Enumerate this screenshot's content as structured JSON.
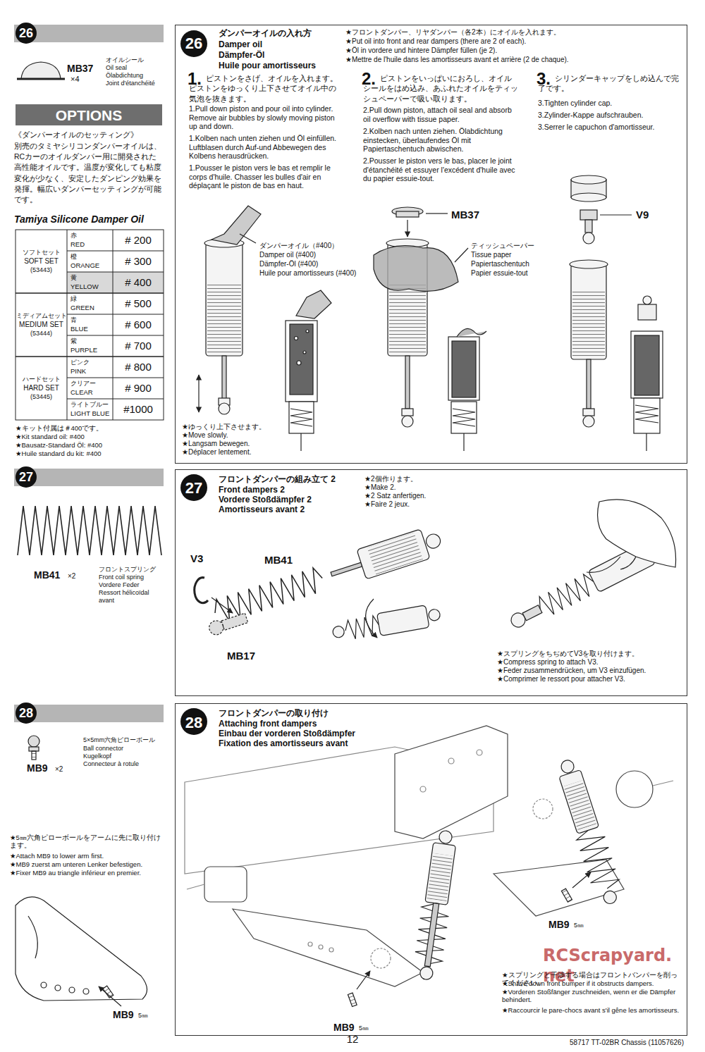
{
  "diagram": {
    "nodes": [
      {
        "text": [
          "26",
          "MB37",
          "×4",
          "オイルシール",
          "Oil seal",
          "Ölabdichtung",
          "Joint d'étanchéité"
        ]
      },
      {
        "text": [
          "OPTIONS",
          "《ダンパーオイルのセッティング》",
          "別売のタミヤシリコンダンパーオイルは、RCカーのオイルダンパー用に開発された高性能オイルです。温度が変化しても粘度変化が少なく、安定したダンピング効果を発揮。幅広いダンパーセッティングが可能です。",
          "Tamiya Silicone Damper Oil"
        ]
      },
      {
        "text": [
          "26",
          "ダンパーオイルの入れ方",
          "Damper oil",
          "Dämpfer-Öl",
          "Huile pour amortisseurs",
          "★フロントダンパー、リヤダンパー（各2本）にオイルを入れます。",
          "★Put oil into front and rear dampers (there are 2 of each).",
          "★Öl in vordere und hintere Dämpfer füllen (je 2).",
          "★Mettre de l'huile dans les amortisseurs avant et arrière (2 de chaque).",
          "1.",
          "ピストンをさげ、オイルを入れます。ピストンをゆっくり上下させてオイル中の気泡を抜きます。",
          "1.Pull down piston and pour oil into cylinder. Remove air bubbles by slowly moving piston up and down.",
          "1.Kolben nach unten ziehen und Öl einfüllen. Luftblasen durch Auf-und Abbewegen des Kolbens herausdrücken.",
          "1.Pousser le piston vers le bas et remplir le corps d'huile. Chasser les bulles d'air en déplaçant le piston de bas en haut.",
          "2.",
          "ピストンをいっぱいにおろし、オイルシールをはめ込み、あふれたオイルをティッシュペーパーで吸い取ります。",
          "2.Pull down piston, attach oil seal and absorb oil overflow with tissue paper.",
          "2.Kolben nach unten ziehen. Ölabdichtung einstecken, überlaufendes Öl mit Papiertaschentuch abwischen.",
          "2.Pousser le piston vers le bas, placer le joint d'étanchéité et essuyer l'excédent d'huile avec du papier essuie-tout.",
          "3.",
          "シリンダーキャップをしめ込んで完了です。",
          "3.Tighten cylinder cap.",
          "3.Zylinder-Kappe aufschrauben.",
          "3.Serrer le capuchon d'amortisseur."
        ]
      },
      {
        "text": [
          "27",
          "MB41",
          "×2",
          "フロントスプリング",
          "Front coil spring",
          "Vordere Feder",
          "Ressort hélicoïdal",
          "avant"
        ]
      },
      {
        "text": [
          "27",
          "フロントダンパーの組み立て 2",
          "Front dampers 2",
          "Vordere Stoßdämpfer 2",
          "Amortisseurs avant 2",
          "★2個作ります。",
          "★Make 2.",
          "★2 Satz anfertigen.",
          "★Faire 2 jeux."
        ]
      },
      {
        "text": [
          "28",
          "MB9",
          "×2",
          "5×5mm六角ピローボール",
          "Ball connector",
          "Kugelkopf",
          "Connecteur à rotule",
          "★5㎜六角ピローボールをアームに先に取り付けます。",
          "★Attach MB9 to lower arm first.",
          "★MB9 zuerst am unteren Lenker befestigen.",
          "★Fixer MB9 au triangle inférieur en premier."
        ]
      },
      {
        "text": [
          "28",
          "フロントダンパーの取り付け",
          "Attaching front dampers",
          "Einbau der vorderen Stoßdämpfer",
          "Fixation des amortisseurs avant",
          "★スプリングと干渉する場合はフロントバンパーを削ってください。",
          "★Shave down front bumper if it obstructs dampers.",
          "★Vorderen Stoßfänger zuschneiden, wenn er die Dämpfer behindert.",
          "★Raccourcir le pare-chocs avant s'il gêne les amortisseurs."
        ]
      }
    ],
    "labels": [
      "ソフトセット",
      "SOFT SET",
      "(53443)",
      "赤",
      "RED",
      "# 200",
      "橙",
      "ORANGE",
      "# 300",
      "黄",
      "YELLOW",
      "# 400",
      "ミディアムセット",
      "MEDIUM SET",
      "(53444)",
      "緑",
      "GREEN",
      "# 500",
      "青",
      "BLUE",
      "# 600",
      "紫",
      "PURPLE",
      "# 700",
      "ハードセット",
      "HARD SET",
      "(53445)",
      "ピンク",
      "PINK",
      "# 800",
      "クリアー",
      "CLEAR",
      "# 900",
      "ライトブルー",
      "LIGHT BLUE",
      "#1000",
      "★キット付属は＃400です。",
      "★Kit standard oil: #400",
      "★Bausatz-Standard Öl: #400",
      "★Huile standard du kit: #400",
      "ダンパーオイル（#400）",
      "Damper oil (#400)",
      "Dämpfer-Öl (#400)",
      "Huile pour amortisseurs (#400)",
      "MB37",
      "ティッシュペーパー",
      "Tissue paper",
      "Papiertaschentuch",
      "Papier essuie-tout",
      "V9",
      "★ゆっくり上下させます。",
      "★Move slowly.",
      "★Langsam bewegen.",
      "★Déplacer lentement.",
      "V3",
      "MB41",
      "MB17",
      "★スプリングをちぢめてV3を取り付けます。",
      "★Compress spring to attach V3.",
      "★Feder zusammendrücken, um V3 einzufügen.",
      "★Comprimer le ressort pour attacher V3.",
      "MB9",
      "5㎜",
      "MB9",
      "5㎜",
      "MB9",
      "5㎜",
      "12",
      "58717 TT-02BR Chassis (11057626)",
      "RCScrapyard.net"
    ]
  }
}
